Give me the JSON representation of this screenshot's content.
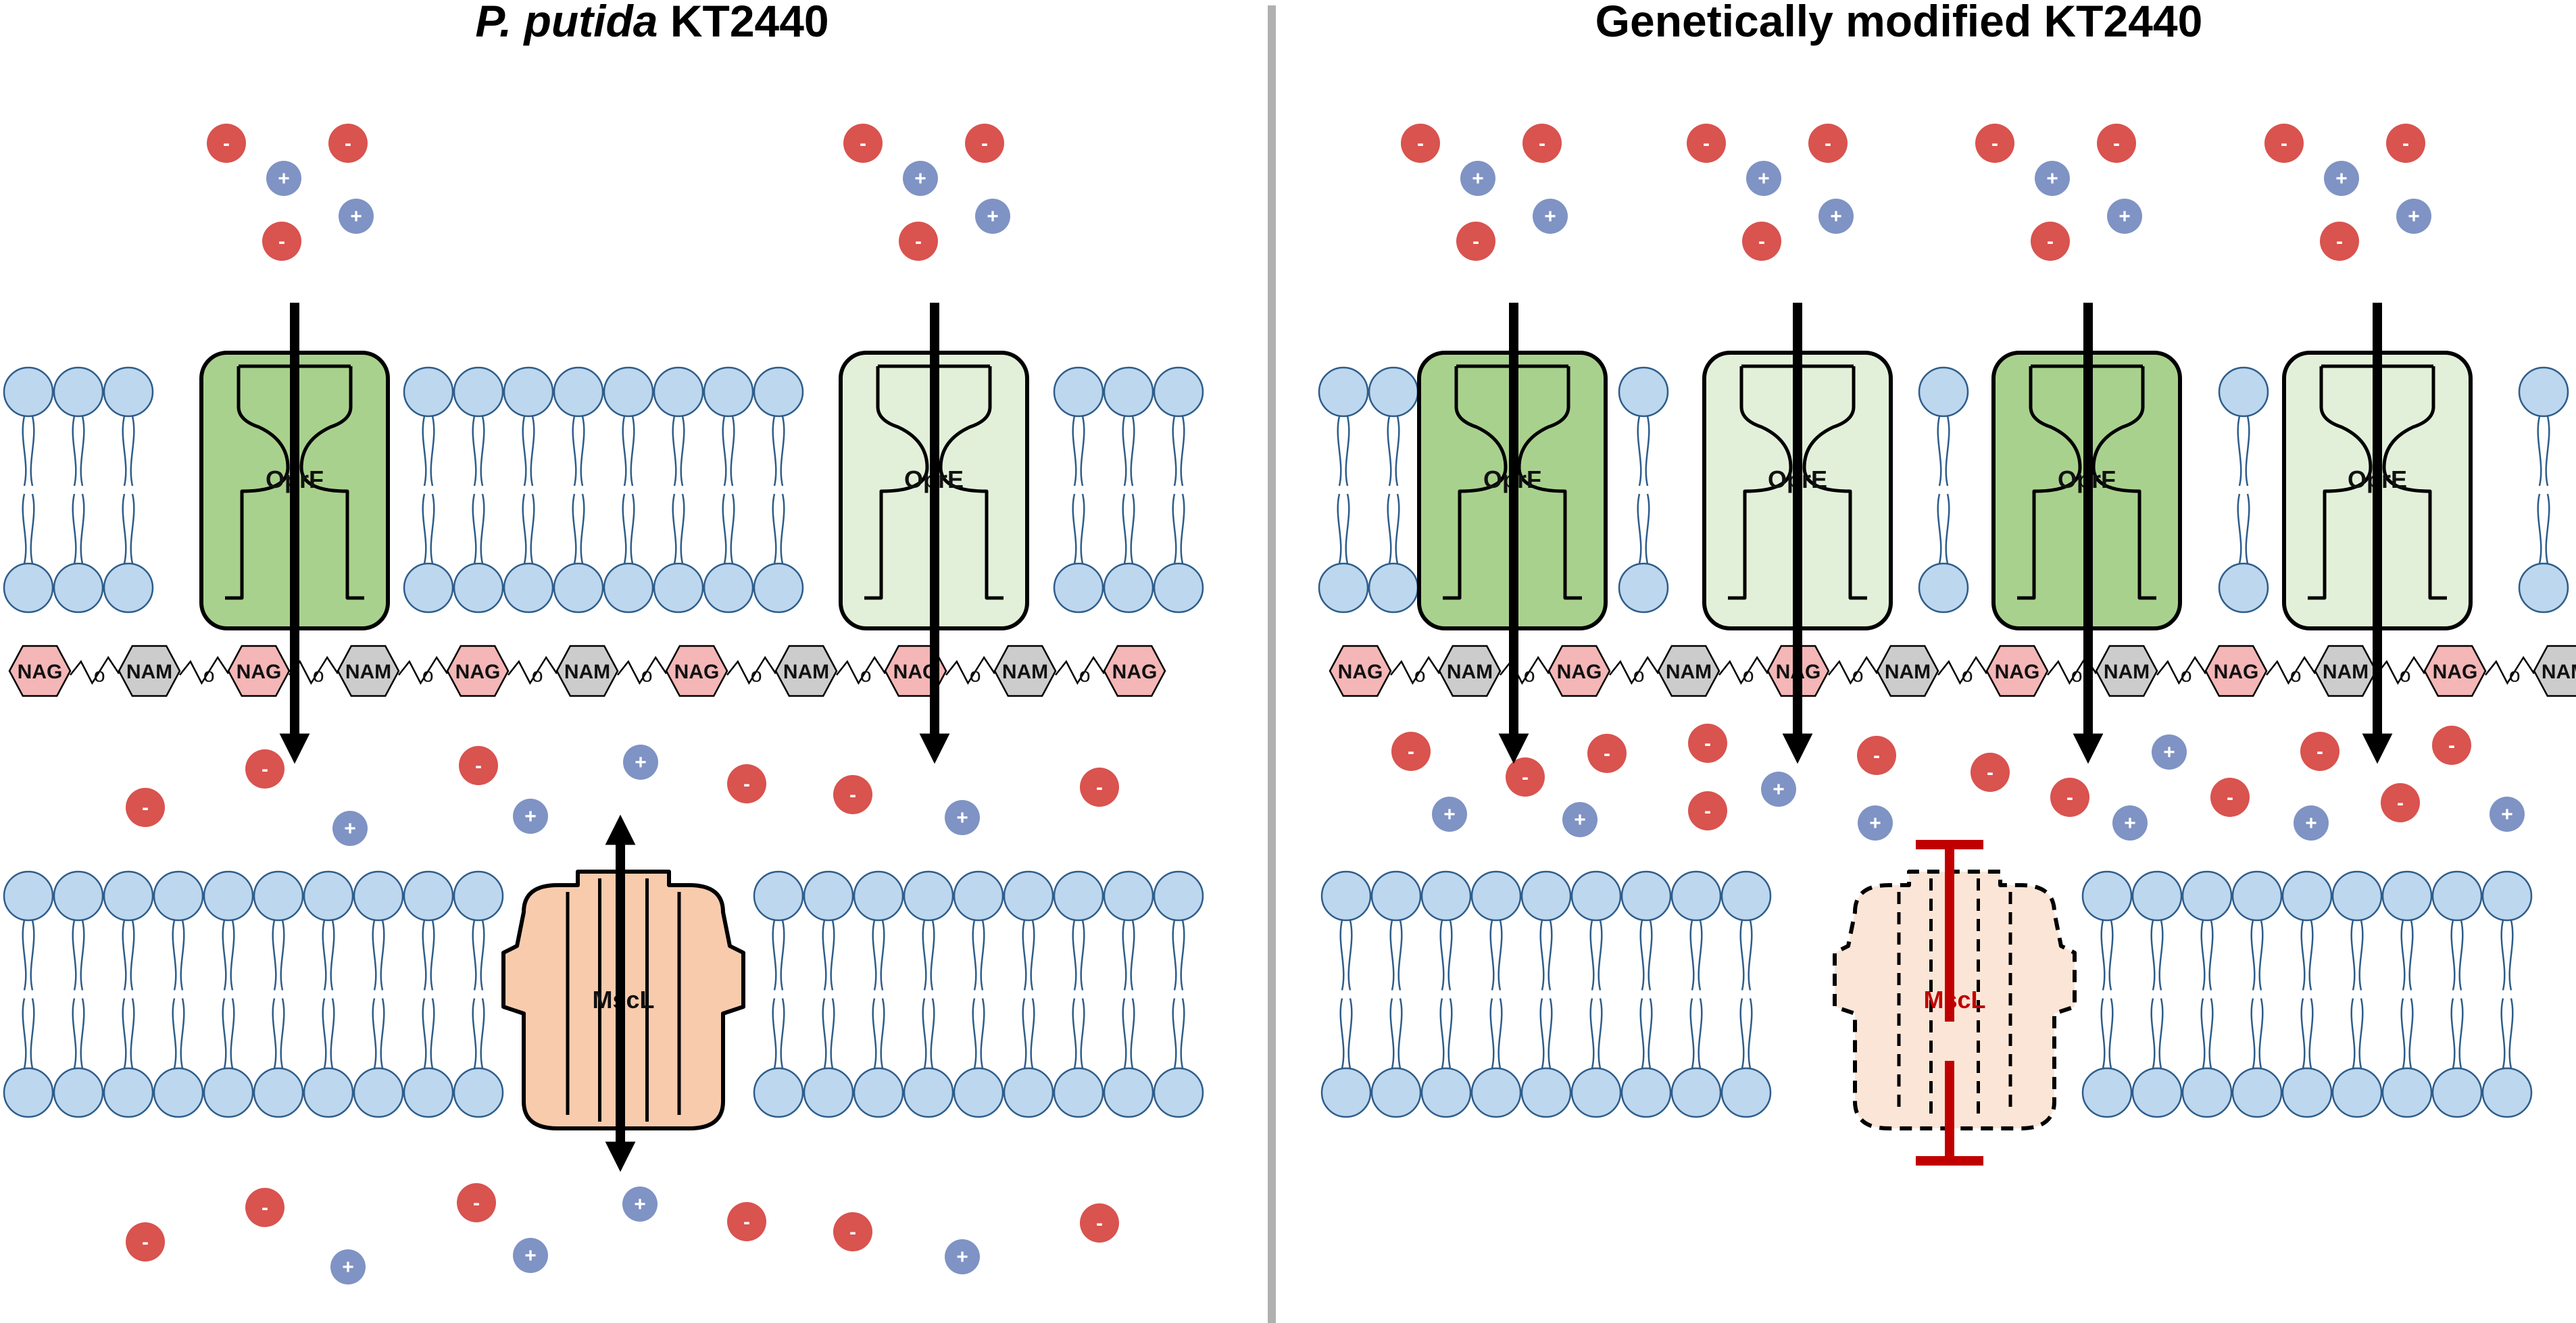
{
  "left_panel": {
    "title_italic": "P. putida",
    "title_rest": " KT2440",
    "outer_proteins": [
      "OprF",
      "OprE"
    ],
    "inner_channel": "MscL"
  },
  "right_panel": {
    "title": "Genetically modified KT2440",
    "outer_proteins": [
      "OprF",
      "OprE",
      "OprF",
      "OprE"
    ],
    "inner_channel": "MscL"
  },
  "sugars": {
    "nag": "NAG",
    "nam": "NAM",
    "link": "o"
  },
  "ions": {
    "anion": "-",
    "cation": "+"
  },
  "colors": {
    "lipid_fill": "#bdd7ee",
    "lipid_stroke": "#2e5d8a",
    "oprf_fill": "#a9d18e",
    "opre_fill": "#e2f0d9",
    "mscl_fill": "#f8cbad",
    "mscl_deleted_fill": "#fbe5d6",
    "nag_fill": "#f4b6b6",
    "nam_fill": "#cccccc",
    "anion": "#d9534f",
    "cation": "#7f93c4",
    "block": "#c00000",
    "divider": "#b0b0b0"
  }
}
